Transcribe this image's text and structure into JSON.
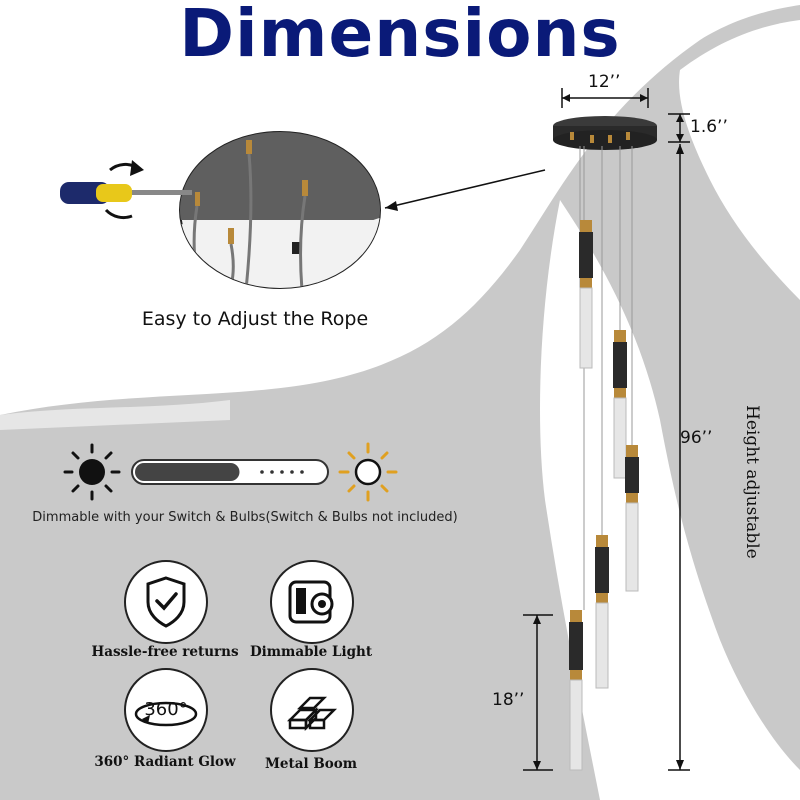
{
  "title": "Dimensions",
  "dimensions": {
    "width": "12’’",
    "canopy_height": "1.6’’",
    "total_height": "96’’",
    "pendant_length": "18’’",
    "height_note": "Height adjustable"
  },
  "rope_caption": "Easy to Adjust the Rope",
  "dimmer": {
    "caption": "Dimmable with your Switch & Bulbs(Switch & Bulbs not included)",
    "level_fraction": 0.55
  },
  "features": [
    {
      "label": "Hassle-free returns",
      "icon": "shield-check-icon"
    },
    {
      "label": "Dimmable Light",
      "icon": "dimmer-switch-icon"
    },
    {
      "label": "360° Radiant Glow",
      "icon": "rotate-360-icon"
    },
    {
      "label": "Metal Boom",
      "icon": "metal-bars-icon"
    }
  ],
  "icon_360_text": "360°",
  "colors": {
    "title": "#0a1a78",
    "swoosh": "#c9c9c9",
    "brass": "#b8893a",
    "fixture_dark": "#2a2a2a"
  }
}
